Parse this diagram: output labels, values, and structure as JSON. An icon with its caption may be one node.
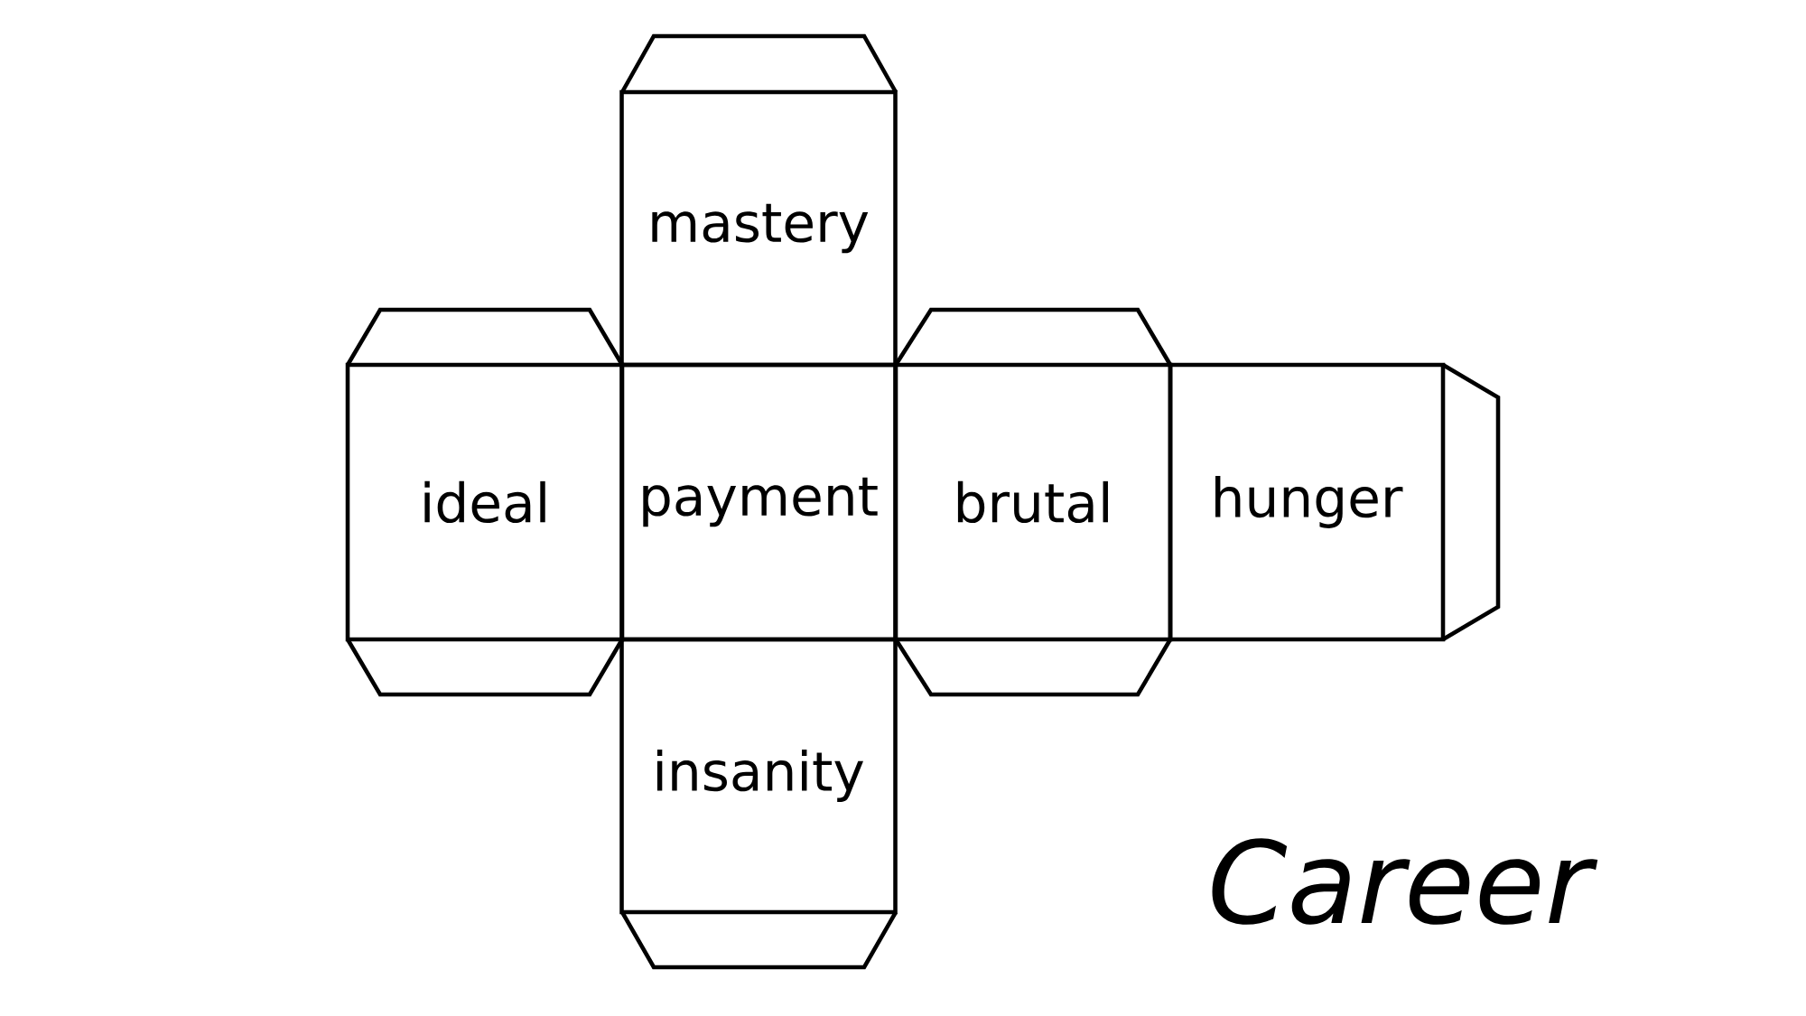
{
  "diagram": {
    "title": "Career",
    "nodes": [
      {
        "text": [
          "mastery"
        ]
      },
      {
        "text": [
          "ideal"
        ]
      },
      {
        "text": [
          "payment"
        ]
      },
      {
        "text": [
          "brutal"
        ]
      },
      {
        "text": [
          "hunger"
        ]
      },
      {
        "text": [
          "insanity"
        ]
      }
    ]
  }
}
